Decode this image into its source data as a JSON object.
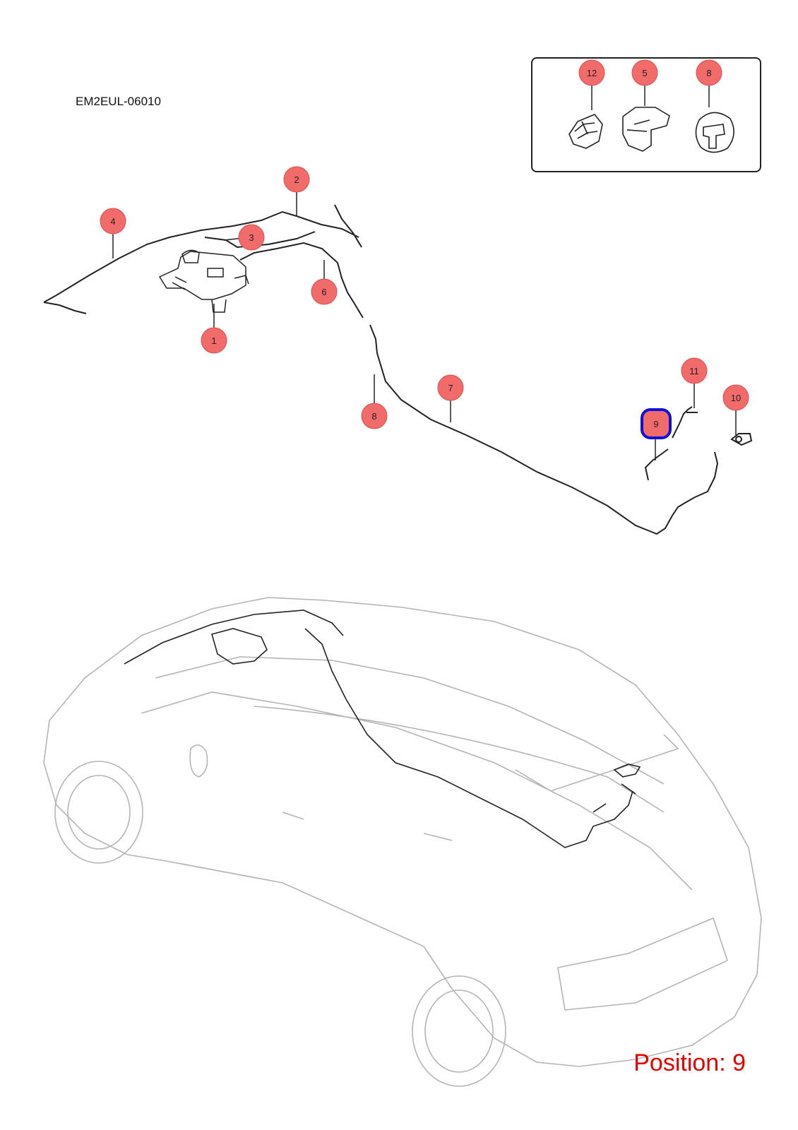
{
  "diagram": {
    "code": "EM2EUL-06010",
    "position_label": "Position: 9",
    "highlighted_position": "9",
    "callout_fill": "#f26b6b",
    "highlight_color": "#1010dd"
  },
  "callouts": [
    {
      "id": "1",
      "label": "1"
    },
    {
      "id": "2",
      "label": "2"
    },
    {
      "id": "3",
      "label": "3"
    },
    {
      "id": "4",
      "label": "4"
    },
    {
      "id": "5",
      "label": "5"
    },
    {
      "id": "6",
      "label": "6"
    },
    {
      "id": "7",
      "label": "7"
    },
    {
      "id": "8a",
      "label": "8"
    },
    {
      "id": "8b",
      "label": "8"
    },
    {
      "id": "9",
      "label": "9"
    },
    {
      "id": "10",
      "label": "10"
    },
    {
      "id": "11",
      "label": "11"
    },
    {
      "id": "12",
      "label": "12"
    }
  ]
}
